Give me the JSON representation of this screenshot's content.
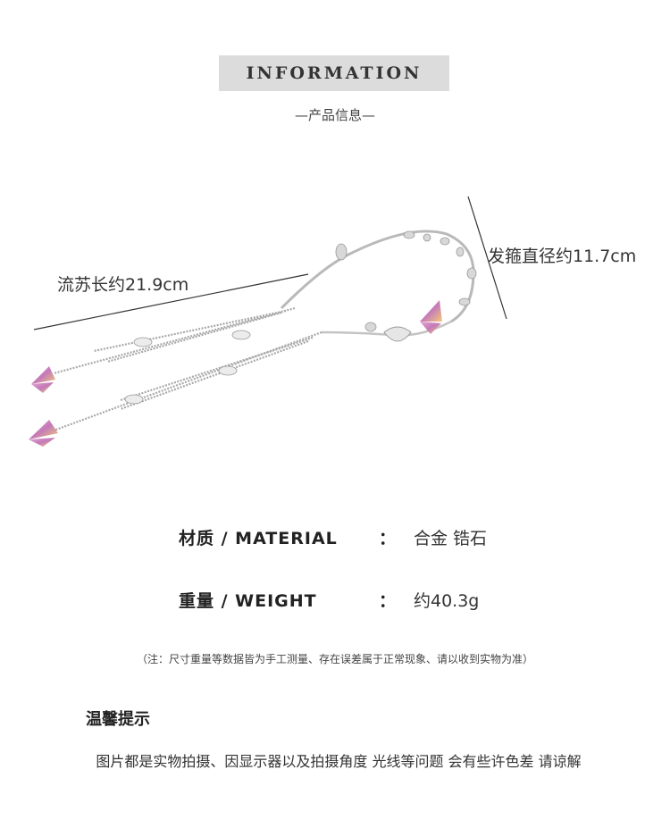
{
  "header": {
    "title": "INFORMATION",
    "subtitle": "—产品信息—"
  },
  "dimensions": {
    "tassel_length": "流苏长约21.9cm",
    "band_diameter": "发箍直径约11.7cm"
  },
  "specs": {
    "material": {
      "label": "材质 / MATERIAL",
      "colon": "：",
      "value": "合金 锆石"
    },
    "weight": {
      "label": "重量 / WEIGHT",
      "colon": "：",
      "value": "约40.3g"
    }
  },
  "note": "（注：尺寸重量等数据皆为手工测量、存在误差属于正常现象、请以收到实物为准）",
  "tips": {
    "title": "温馨提示",
    "text": "图片都是实物拍摄、因显示器以及拍摄角度 光线等问题  会有些许色差 请谅解"
  },
  "colors": {
    "header_bg": "#dcdcdc",
    "text": "#222222",
    "butterfly": "#d98fc4"
  }
}
